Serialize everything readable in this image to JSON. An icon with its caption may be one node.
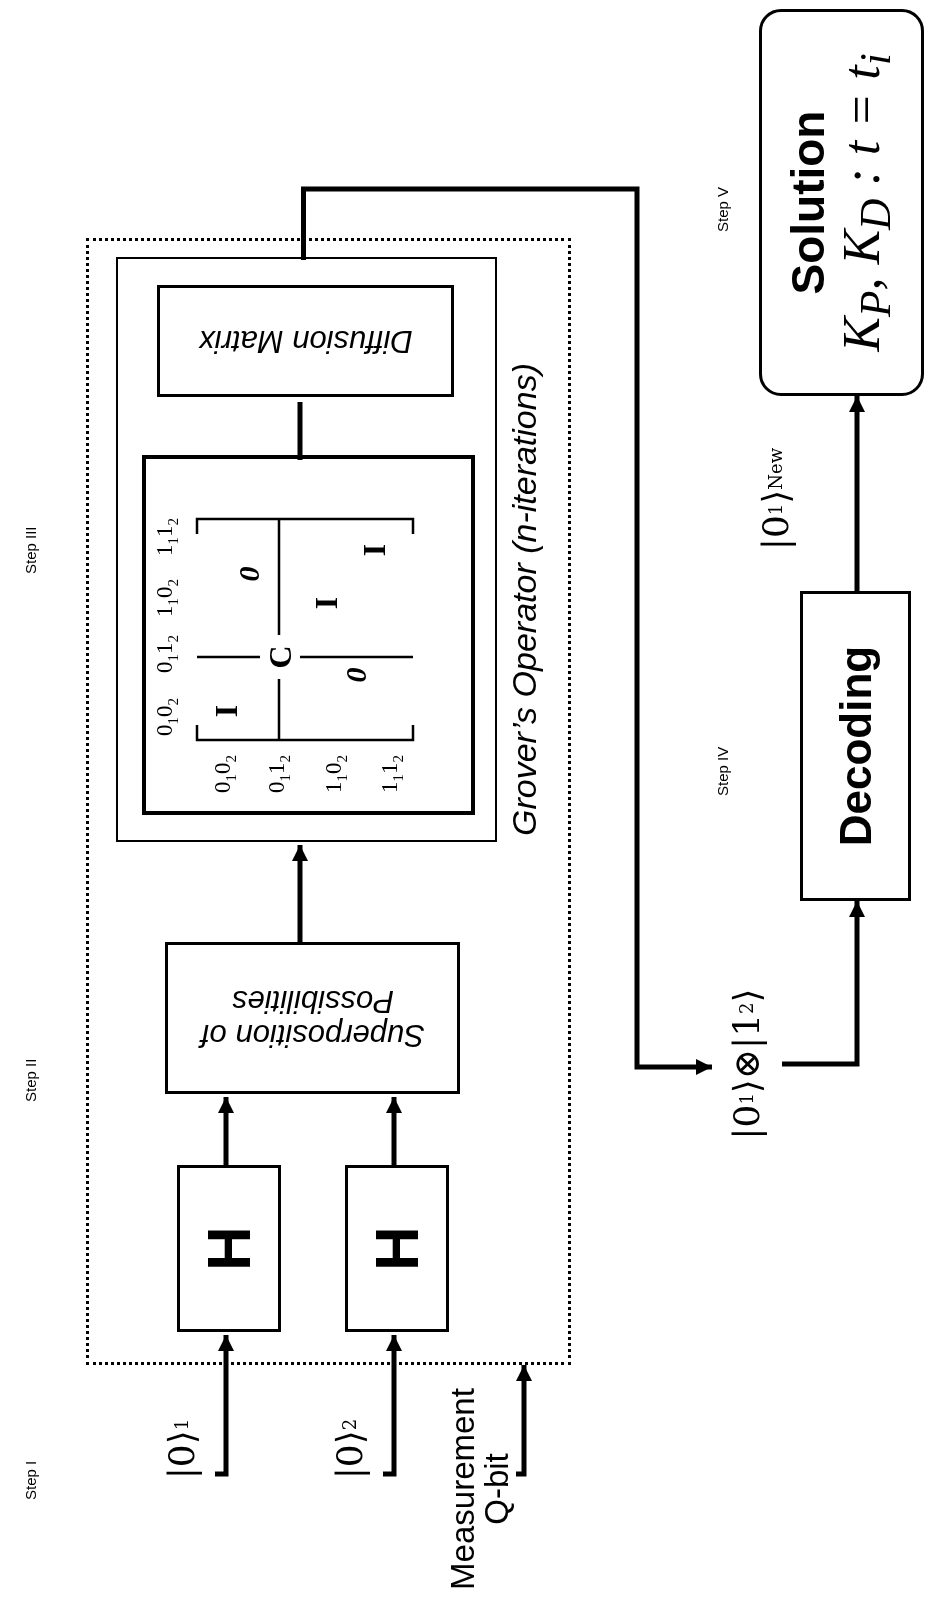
{
  "diagram": {
    "nodes": [
      {
        "text": [],
        "shape": "box"
      },
      {
        "text": [
          "|0⟩$_{1}$"
        ]
      },
      {
        "text": [
          "|0⟩$_{2}$"
        ]
      },
      {
        "text": [
          "Measurement Q-bit"
        ]
      },
      {
        "text": [
          "H"
        ],
        "in": 0
      },
      {
        "text": [
          "H"
        ],
        "in": 0
      },
      {
        "text": [
          "Superposition of Possibilities"
        ],
        "in": 0
      },
      {
        "text": [
          "Grover’s Operator (n-iterations)"
        ],
        "in": 0
      },
      {
        "text": [
          "0$_{1}$0$_{2}$",
          "0$_{1}$1$_{2}$",
          "1$_{1}$0$_{2}$",
          "1$_{1}$1$_{2}$",
          "0$_{1}$0$_{2}$",
          "0$_{1}$1$_{2}$",
          "1$_{1}$0$_{2}$",
          "1$_{1}$1$_{2}$",
          "I",
          "0",
          "C",
          "I",
          "0",
          "I"
        ],
        "in": 7
      },
      {
        "text": [
          "Diffusion Matrix"
        ],
        "in": 7
      },
      {
        "text": [
          "|0$_{1}$⟩⊗|1$_{2}$⟩"
        ]
      },
      {
        "text": [
          "Decoding"
        ]
      },
      {
        "text": [
          "Solution",
          "K$_{P}$, K$_{D}$ : t = t$_{i}$"
        ]
      }
    ],
    "edges": [
      {
        "from": 1,
        "to": 4,
        "arrow": "to"
      },
      {
        "from": 2,
        "to": 5,
        "arrow": "to"
      },
      {
        "from": 3,
        "to": 0,
        "arrow": "to"
      },
      {
        "from": 4,
        "to": 6,
        "arrow": "to"
      },
      {
        "from": 5,
        "to": 6,
        "arrow": "to"
      },
      {
        "from": 6,
        "to": 7,
        "arrow": "to"
      },
      {
        "from": 8,
        "to": 9,
        "arrow": "none"
      },
      {
        "from": 7,
        "to": 10,
        "arrow": "to"
      },
      {
        "from": 10,
        "to": 11,
        "arrow": "to"
      },
      {
        "from": 11,
        "to": 12,
        "arrow": "to",
        "label": "|0$_{1}$⟩$^{New}$"
      }
    ],
    "labels": [
      "Step I",
      "Step II",
      "Step III",
      "Step IV",
      "Step V"
    ]
  }
}
